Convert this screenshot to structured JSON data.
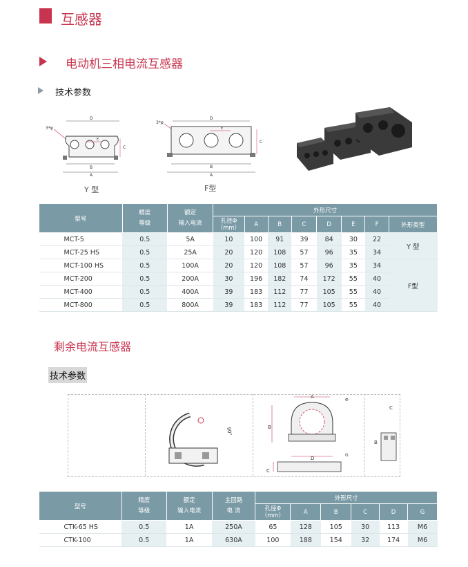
{
  "page": {
    "title": "互感器"
  },
  "section1": {
    "title": "电动机三相电流互感器",
    "subtitle": "技术参数",
    "diagram_labels": {
      "y_type": "Y 型",
      "f_type": "F型",
      "hole": "3*φ",
      "d": "D",
      "e": "E",
      "c": "C",
      "b": "B",
      "a": "A"
    },
    "table": {
      "headers": {
        "model": "型号",
        "accuracy": "精度\n等级",
        "rated": "额定\n输入电流",
        "outer": "外形尺寸",
        "hole": "孔径Φ\n（mm）",
        "a": "A",
        "b": "B",
        "c": "C",
        "d": "D",
        "e": "E",
        "f": "F",
        "type": "外形类型"
      },
      "rows": [
        {
          "model": "MCT-5",
          "acc": "0.5",
          "cur": "5A",
          "hole": "10",
          "a": "100",
          "b": "91",
          "c": "39",
          "d": "84",
          "e": "30",
          "f": "22"
        },
        {
          "model": "MCT-25 HS",
          "acc": "0.5",
          "cur": "25A",
          "hole": "20",
          "a": "120",
          "b": "108",
          "c": "57",
          "d": "96",
          "e": "35",
          "f": "34"
        },
        {
          "model": "MCT-100 HS",
          "acc": "0.5",
          "cur": "100A",
          "hole": "20",
          "a": "120",
          "b": "108",
          "c": "57",
          "d": "96",
          "e": "35",
          "f": "34"
        },
        {
          "model": "MCT-200",
          "acc": "0.5",
          "cur": "200A",
          "hole": "30",
          "a": "196",
          "b": "182",
          "c": "74",
          "d": "172",
          "e": "55",
          "f": "40"
        },
        {
          "model": "MCT-400",
          "acc": "0.5",
          "cur": "400A",
          "hole": "39",
          "a": "183",
          "b": "112",
          "c": "77",
          "d": "105",
          "e": "55",
          "f": "40"
        },
        {
          "model": "MCT-800",
          "acc": "0.5",
          "cur": "800A",
          "hole": "39",
          "a": "183",
          "b": "112",
          "c": "77",
          "d": "105",
          "e": "55",
          "f": "40"
        }
      ],
      "type_y": "Y 型",
      "type_f": "F型"
    }
  },
  "section2": {
    "title": "剩余电流互感器",
    "subtitle": "技术参数",
    "diagram_labels": {
      "a": "A",
      "b": "B",
      "c": "C",
      "d": "D",
      "phi": "Φ",
      "g": "G",
      "d90": "90°"
    },
    "table": {
      "headers": {
        "model": "型号",
        "accuracy": "精度\n等级",
        "rated": "额定\n输入电流",
        "main": "主回路\n电 流",
        "outer": "外形尺寸",
        "hole": "孔径Φ\n（mm）",
        "a": "A",
        "b": "B",
        "c": "C",
        "d": "D",
        "g": "G"
      },
      "rows": [
        {
          "model": "CTK-65 HS",
          "acc": "0.5",
          "cur": "1A",
          "main": "250A",
          "hole": "65",
          "a": "128",
          "b": "105",
          "c": "30",
          "d": "113",
          "g": "M6"
        },
        {
          "model": "CTK-100",
          "acc": "0.5",
          "cur": "1A",
          "main": "630A",
          "hole": "100",
          "a": "188",
          "b": "154",
          "c": "32",
          "d": "174",
          "g": "M6"
        }
      ]
    }
  },
  "colors": {
    "accent": "#c8344f",
    "header": "#7a9aa5",
    "shade": "#e6eff2"
  }
}
